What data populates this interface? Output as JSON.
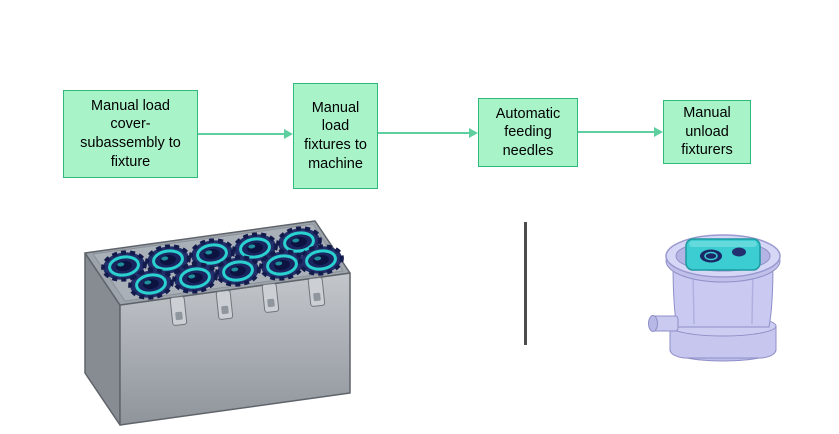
{
  "colors": {
    "box_fill": "#a9f3c9",
    "box_border": "#31b97c",
    "arrow": "#5fcf9f",
    "divider": "#4d4d4d"
  },
  "flow": {
    "steps": [
      {
        "label": "Manual load cover-subassembly to fixture"
      },
      {
        "label": "Manual load fixtures to machine"
      },
      {
        "label": "Automatic feeding needles"
      },
      {
        "label": "Manual unload fixturers"
      }
    ]
  },
  "illustrations": {
    "fixture_tray": "fixture-tray-3d-render",
    "needle_container": "unload-container-3d-render"
  }
}
